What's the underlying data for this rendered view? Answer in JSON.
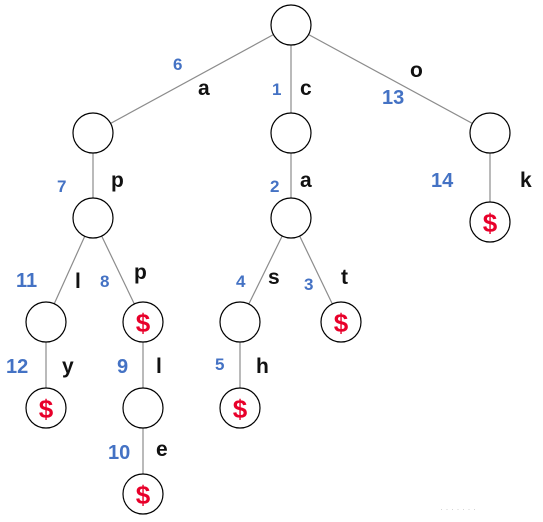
{
  "diagram": {
    "end_marker": "$",
    "colors": {
      "letter": "#111111",
      "order": "#4472c4",
      "end_marker": "#e8002a",
      "node_stroke": "#000000",
      "edge": "#8c8c8c"
    },
    "nodes": [
      {
        "id": "root",
        "end": false
      },
      {
        "id": "a",
        "end": false
      },
      {
        "id": "c",
        "end": false
      },
      {
        "id": "o",
        "end": false
      },
      {
        "id": "ap",
        "end": false
      },
      {
        "id": "ca",
        "end": false
      },
      {
        "id": "ok",
        "end": true
      },
      {
        "id": "apl",
        "end": false
      },
      {
        "id": "app",
        "end": true
      },
      {
        "id": "cas",
        "end": false
      },
      {
        "id": "cat",
        "end": true
      },
      {
        "id": "aply",
        "end": true
      },
      {
        "id": "appl",
        "end": false
      },
      {
        "id": "cash",
        "end": true
      },
      {
        "id": "apple",
        "end": true
      }
    ],
    "edges": [
      {
        "from": "root",
        "to": "a",
        "letter": "a",
        "order": "6"
      },
      {
        "from": "root",
        "to": "c",
        "letter": "c",
        "order": "1"
      },
      {
        "from": "root",
        "to": "o",
        "letter": "o",
        "order": "13"
      },
      {
        "from": "a",
        "to": "ap",
        "letter": "p",
        "order": "7"
      },
      {
        "from": "c",
        "to": "ca",
        "letter": "a",
        "order": "2"
      },
      {
        "from": "o",
        "to": "ok",
        "letter": "k",
        "order": "14"
      },
      {
        "from": "ap",
        "to": "apl",
        "letter": "l",
        "order": "11"
      },
      {
        "from": "ap",
        "to": "app",
        "letter": "p",
        "order": "8"
      },
      {
        "from": "ca",
        "to": "cas",
        "letter": "s",
        "order": "4"
      },
      {
        "from": "ca",
        "to": "cat",
        "letter": "t",
        "order": "3"
      },
      {
        "from": "apl",
        "to": "aply",
        "letter": "y",
        "order": "12"
      },
      {
        "from": "app",
        "to": "appl",
        "letter": "l",
        "order": "9"
      },
      {
        "from": "cas",
        "to": "cash",
        "letter": "h",
        "order": "5"
      },
      {
        "from": "appl",
        "to": "apple",
        "letter": "e",
        "order": "10"
      }
    ]
  }
}
